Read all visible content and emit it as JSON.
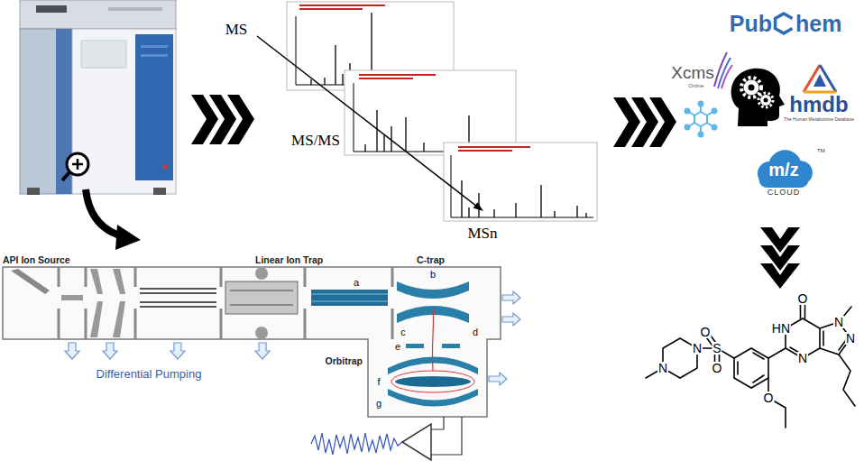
{
  "diagram": {
    "nodes": [
      {
        "text": [
          "m/z",
          "CLOUD"
        ]
      }
    ],
    "labels": [
      "MS",
      "MS/MS",
      "MSn",
      "Pub",
      "hem",
      "Xcms",
      "Online",
      "hmdb",
      "The Human Metabolome Database",
      "TM",
      "API Ion Source",
      "Linear Ion Trap",
      "C-trap",
      "Differential Pumping",
      "Orbitrap",
      "a",
      "b",
      "c",
      "d",
      "e",
      "f",
      "g",
      "O",
      "HN",
      "N",
      "N",
      "N",
      "S",
      "O",
      "O",
      "N",
      "N",
      "O"
    ]
  }
}
